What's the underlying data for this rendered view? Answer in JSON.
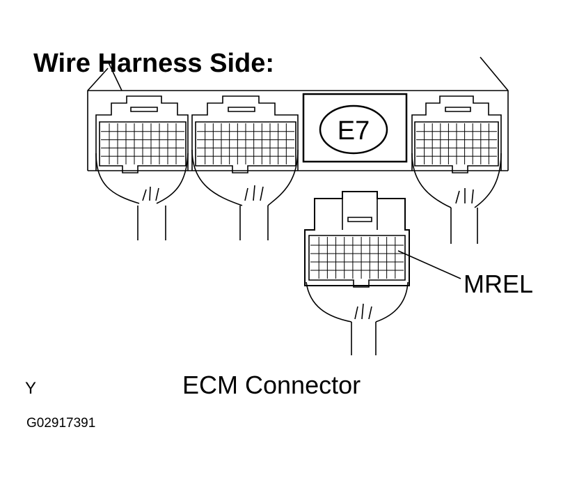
{
  "title": "Wire Harness Side:",
  "connector_id": "E7",
  "terminal_label": "MREL",
  "caption": "ECM Connector",
  "corner_mark": "Y",
  "figure_code": "G02917391"
}
